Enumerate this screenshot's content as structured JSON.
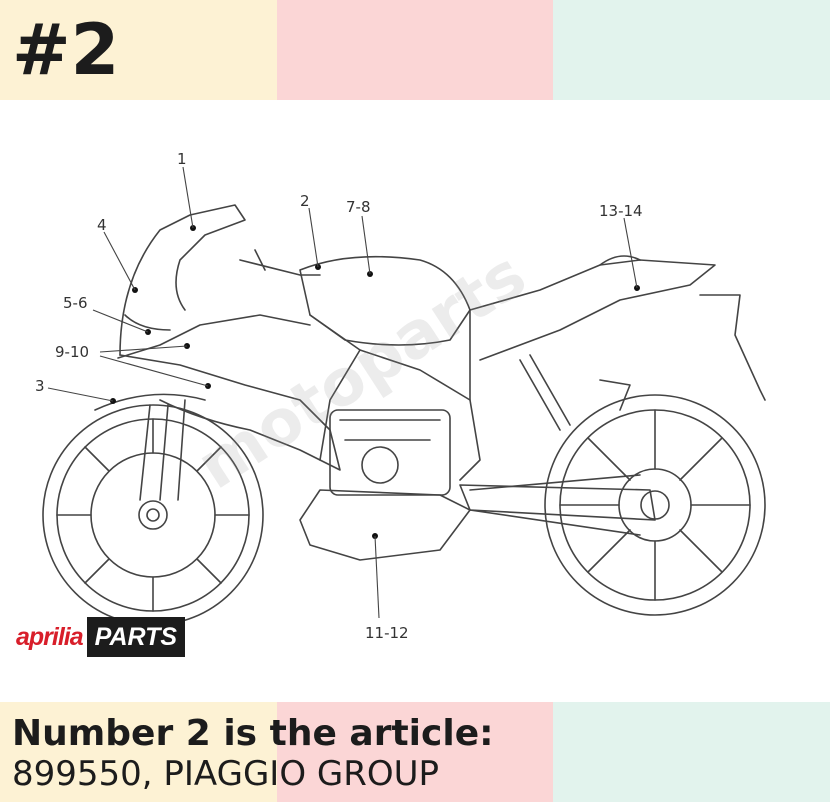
{
  "header": {
    "number": "#2"
  },
  "diagram": {
    "callouts": [
      "1",
      "2",
      "7-8",
      "13-14",
      "4",
      "5-6",
      "9-10",
      "3",
      "11-12"
    ],
    "watermark": "motoparts",
    "logo": {
      "brand": "aprilia",
      "parts": "PARTS"
    }
  },
  "footer": {
    "headline": "Number 2 is the article:",
    "detail": "899550, PIAGGIO GROUP"
  },
  "colors": {
    "band_yellow": "#fdf2d4",
    "band_pink": "#fbd6d6",
    "band_green": "#e2f3ed",
    "brand_red": "#d81e2a"
  }
}
